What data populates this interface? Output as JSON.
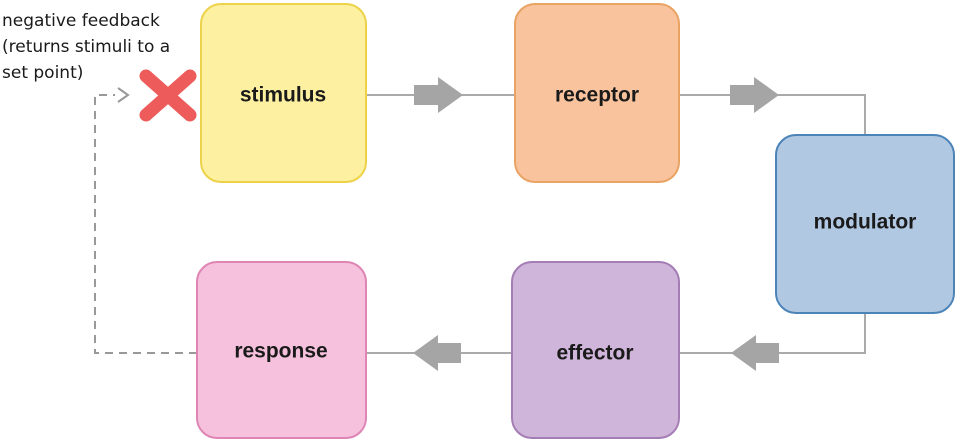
{
  "nodes": {
    "stimulus": {
      "label": "stimulus",
      "fill": "#fdf0a0",
      "stroke": "#ecd24a"
    },
    "receptor": {
      "label": "receptor",
      "fill": "#f9c39e",
      "stroke": "#e9a363"
    },
    "modulator": {
      "label": "modulator",
      "fill": "#b1c8e3",
      "stroke": "#4c84b8"
    },
    "effector": {
      "label": "effector",
      "fill": "#d0b5da",
      "stroke": "#a47db4"
    },
    "response": {
      "label": "response",
      "fill": "#f5c1dc",
      "stroke": "#df85b4"
    }
  },
  "feedback_note": {
    "lines": [
      "negative feedback",
      "(returns stimuli to a",
      "set point)"
    ]
  },
  "colors": {
    "connector": "#aaaaaa",
    "arrow": "#a5a5a5",
    "dashed": "#999999",
    "cross": "#ee5b5b"
  },
  "icons": {
    "blocked_marker": "cross-icon",
    "flow_marker": "arrow-right-icon"
  }
}
